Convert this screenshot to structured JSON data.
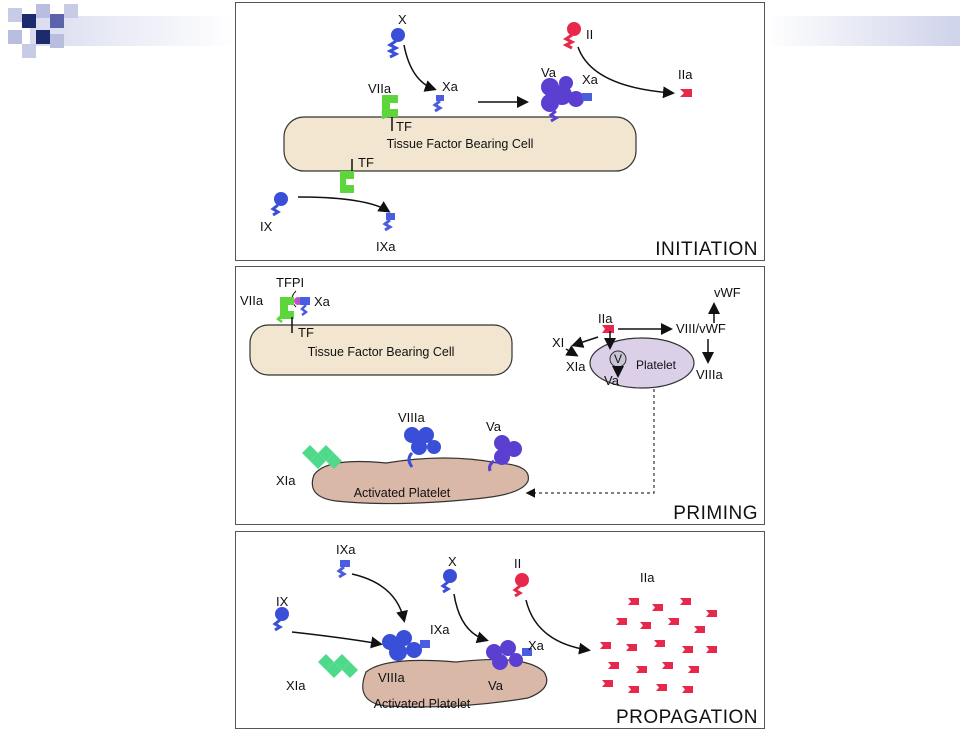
{
  "panels": {
    "initiation": {
      "title": "INITIATION",
      "cell_label": "Tissue Factor Bearing Cell",
      "labels": {
        "x": "X",
        "viia": "VIIa",
        "xa": "Xa",
        "va": "Va",
        "xa2": "Xa",
        "ii": "II",
        "iia": "IIa",
        "tf_top": "TF",
        "tf_bottom": "TF",
        "ix": "IX",
        "ixa": "IXa"
      }
    },
    "priming": {
      "title": "PRIMING",
      "cell_label": "Tissue Factor Bearing Cell",
      "platelet_label": "Platelet",
      "activated_label": "Activated Platelet",
      "v_marker": "V",
      "labels": {
        "tfpi": "TFPI",
        "viia": "VIIa",
        "xa": "Xa",
        "tf": "TF",
        "vwf": "vWF",
        "iia": "IIa",
        "viii_vwf": "VIII/vWF",
        "xi": "XI",
        "xia": "XIa",
        "va": "Va",
        "viiia": "VIIIa",
        "viiia_bound": "VIIIa",
        "va_bound": "Va",
        "xia_bound": "XIa"
      }
    },
    "propagation": {
      "title": "PROPAGATION",
      "activated_label": "Activated Platelet",
      "labels": {
        "ixa_top": "IXa",
        "x": "X",
        "ii": "II",
        "iia": "IIa",
        "ix": "IX",
        "ixa_mid": "IXa",
        "xa": "Xa",
        "xia": "XIa",
        "viiia": "VIIIa",
        "va": "Va"
      }
    }
  },
  "colors": {
    "cell_fill": "#f2e6d0",
    "activated_fill": "#d9b8a8",
    "platelet_fill": "#dcd0e8",
    "blue": "#3a4fd8",
    "purple": "#6a45c8",
    "green": "#5cd63a",
    "teal": "#4fd98a",
    "red": "#e8284a",
    "deco_navy": "#1c2a6e",
    "deco_lavender": "#b9bde0"
  },
  "icons": [
    "arrow-icon",
    "molecule-icon",
    "cell-shape",
    "platelet-shape"
  ]
}
